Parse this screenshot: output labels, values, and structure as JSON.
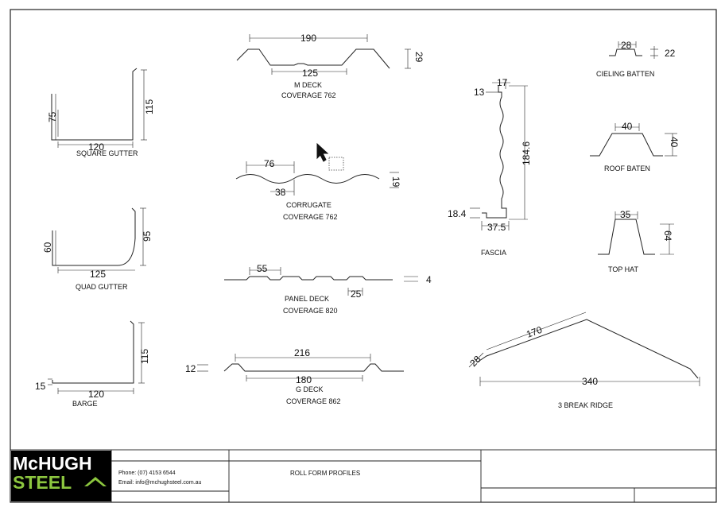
{
  "profiles": {
    "square_gutter": {
      "label": "SQUARE GUTTER",
      "d_width": "120",
      "d_back": "115",
      "d_front": "75"
    },
    "quad_gutter": {
      "label": "QUAD GUTTER",
      "d_width": "125",
      "d_back": "95",
      "d_front": "60"
    },
    "barge": {
      "label": "BARGE",
      "d_width": "120",
      "d_height": "115",
      "d_lip": "15"
    },
    "m_deck": {
      "label": "M DECK",
      "coverage": "COVERAGE 762",
      "d_pitch": "190",
      "d_pan": "125",
      "d_height": "29"
    },
    "corrugate": {
      "label": "CORRUGATE",
      "coverage": "COVERAGE 762",
      "d_pitch": "76",
      "d_half": "38",
      "d_height": "19"
    },
    "panel_deck": {
      "label": "PANEL DECK",
      "coverage": "COVERAGE 820",
      "d_pitch": "55",
      "d_rib": "25",
      "d_height": "4"
    },
    "g_deck": {
      "label": "G DECK",
      "coverage": "COVERAGE 862",
      "d_outer": "216",
      "d_pan": "180",
      "d_height": "12"
    },
    "fascia": {
      "label": "FASCIA",
      "d_top": "17",
      "d_lip": "13",
      "d_height": "184.6",
      "d_hook": "18.4",
      "d_base": "37.5"
    },
    "ceiling_batten": {
      "label": "CIELING BATTEN",
      "d_width": "28",
      "d_height": "22"
    },
    "roof_batten": {
      "label": "ROOF BATEN",
      "d_width": "40",
      "d_height": "40"
    },
    "top_hat": {
      "label": "TOP HAT",
      "d_width": "35",
      "d_height": "64"
    },
    "ridge": {
      "label": "3 BREAK RIDGE",
      "d_slope": "170",
      "d_lip": "28",
      "d_span": "340"
    }
  },
  "title_block": {
    "logo_top": "McHUGH",
    "logo_bottom": "STEEL",
    "phone": "Phone: (07) 4153 6544",
    "email": "Email: info@mchughsteel.com.au",
    "title": "ROLL FORM PROFILES"
  },
  "colors": {
    "logo_green": "#8cc63f",
    "logo_bg": "#000000",
    "line": "#222222"
  }
}
